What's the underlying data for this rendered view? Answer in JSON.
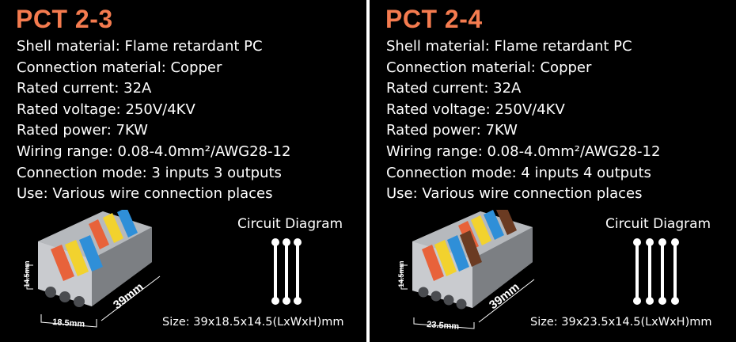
{
  "panels": [
    {
      "title": "PCT 2-3",
      "specs": [
        "Shell material: Flame retardant PC",
        "Connection material: Copper",
        "Rated current: 32A",
        "Rated voltage: 250V/4KV",
        "Rated power: 7KW",
        "Wiring range: 0.08-4.0mm²/AWG28-12",
        "Connection mode: 3 inputs 3 outputs",
        "Use: Various wire connection places"
      ],
      "circuit_label": "Circuit Diagram",
      "circuit_lines": 3,
      "size_label": "Size: 39x18.5x14.5(LxWxH)mm",
      "dim_height": "14.5mm",
      "dim_width": "18.5mm",
      "dim_length": "39mm",
      "lever_colors": [
        "#e8623a",
        "#f2d22e",
        "#2f8fd8"
      ]
    },
    {
      "title": "PCT 2-4",
      "specs": [
        "Shell material: Flame retardant PC",
        "Connection material: Copper",
        "Rated current: 32A",
        "Rated voltage: 250V/4KV",
        "Rated power: 7KW",
        "Wiring range: 0.08-4.0mm²/AWG28-12",
        "Connection mode: 4 inputs 4 outputs",
        "Use: Various wire connection places"
      ],
      "circuit_label": "Circuit Diagram",
      "circuit_lines": 4,
      "size_label": "Size: 39x23.5x14.5(LxWxH)mm",
      "dim_height": "14.5mm",
      "dim_width": "23.5mm",
      "dim_length": "39mm",
      "lever_colors": [
        "#e8623a",
        "#f2d22e",
        "#2f8fd8",
        "#6b3b22"
      ]
    }
  ],
  "colors": {
    "title": "#f47b4f",
    "background": "#000000",
    "text": "#ffffff"
  }
}
